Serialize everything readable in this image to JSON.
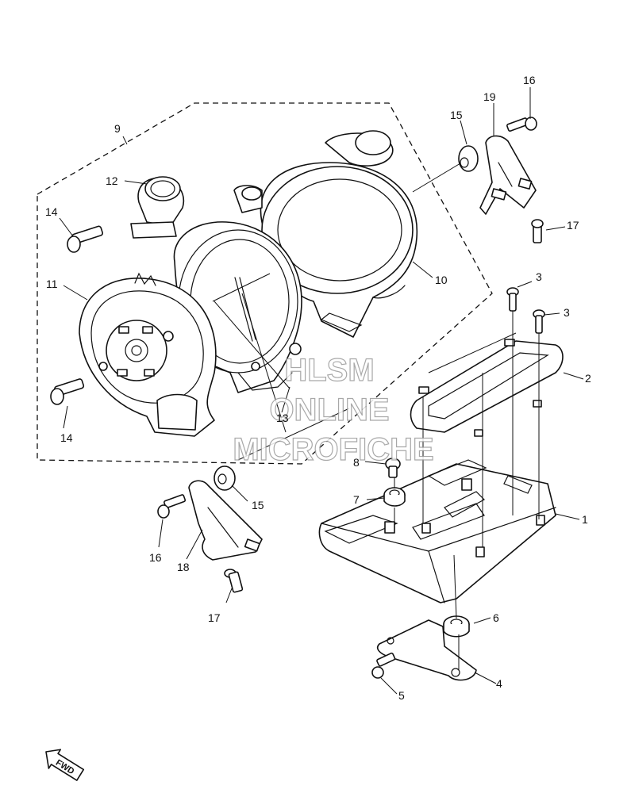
{
  "callouts": {
    "c1": "1",
    "c2": "2",
    "c3a": "3",
    "c3b": "3",
    "c4": "4",
    "c5": "5",
    "c6": "6",
    "c7": "7",
    "c8": "8",
    "c9": "9",
    "c10": "10",
    "c11": "11",
    "c12": "12",
    "c13": "13",
    "c14a": "14",
    "c14b": "14",
    "c15a": "15",
    "c15b": "15",
    "c16a": "16",
    "c16b": "16",
    "c17a": "17",
    "c17b": "17",
    "c18": "18",
    "c19": "19"
  },
  "watermark": {
    "line1": "HLSM",
    "line2": "ONLINE",
    "line3": "MICROFICHE"
  },
  "direction_badge": {
    "label": "FWD",
    "icon": "fwd-arrow-icon"
  }
}
